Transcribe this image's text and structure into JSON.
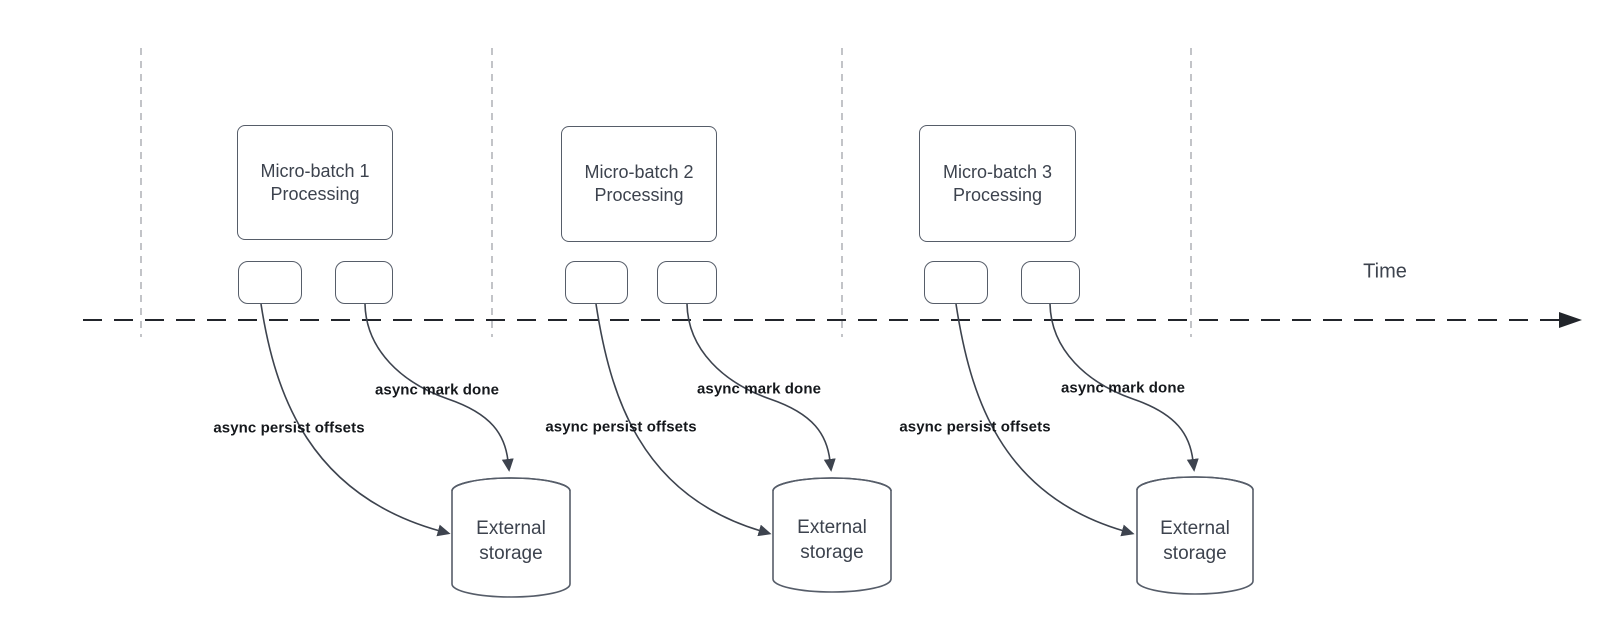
{
  "time_axis": {
    "label": "Time"
  },
  "groups": [
    {
      "box_title_line1": "Micro-batch 1",
      "box_title_line2": "Processing",
      "persist_arrow_label": "async persist offsets",
      "mark_done_arrow_label": "async mark done",
      "storage_line1": "External",
      "storage_line2": "storage"
    },
    {
      "box_title_line1": "Micro-batch 2",
      "box_title_line2": "Processing",
      "persist_arrow_label": "async persist offsets",
      "mark_done_arrow_label": "async mark done",
      "storage_line1": "External",
      "storage_line2": "storage"
    },
    {
      "box_title_line1": "Micro-batch 3",
      "box_title_line2": "Processing",
      "persist_arrow_label": "async persist offsets",
      "mark_done_arrow_label": "async mark done",
      "storage_line1": "External",
      "storage_line2": "storage"
    }
  ],
  "colors": {
    "shape_stroke": "#565d69",
    "arrow_stroke": "#3d434e",
    "axis_stroke": "#22252b",
    "guide_stroke": "#b4b6ba",
    "bold_label_text": "#15181c",
    "shape_text": "#3d434e"
  }
}
